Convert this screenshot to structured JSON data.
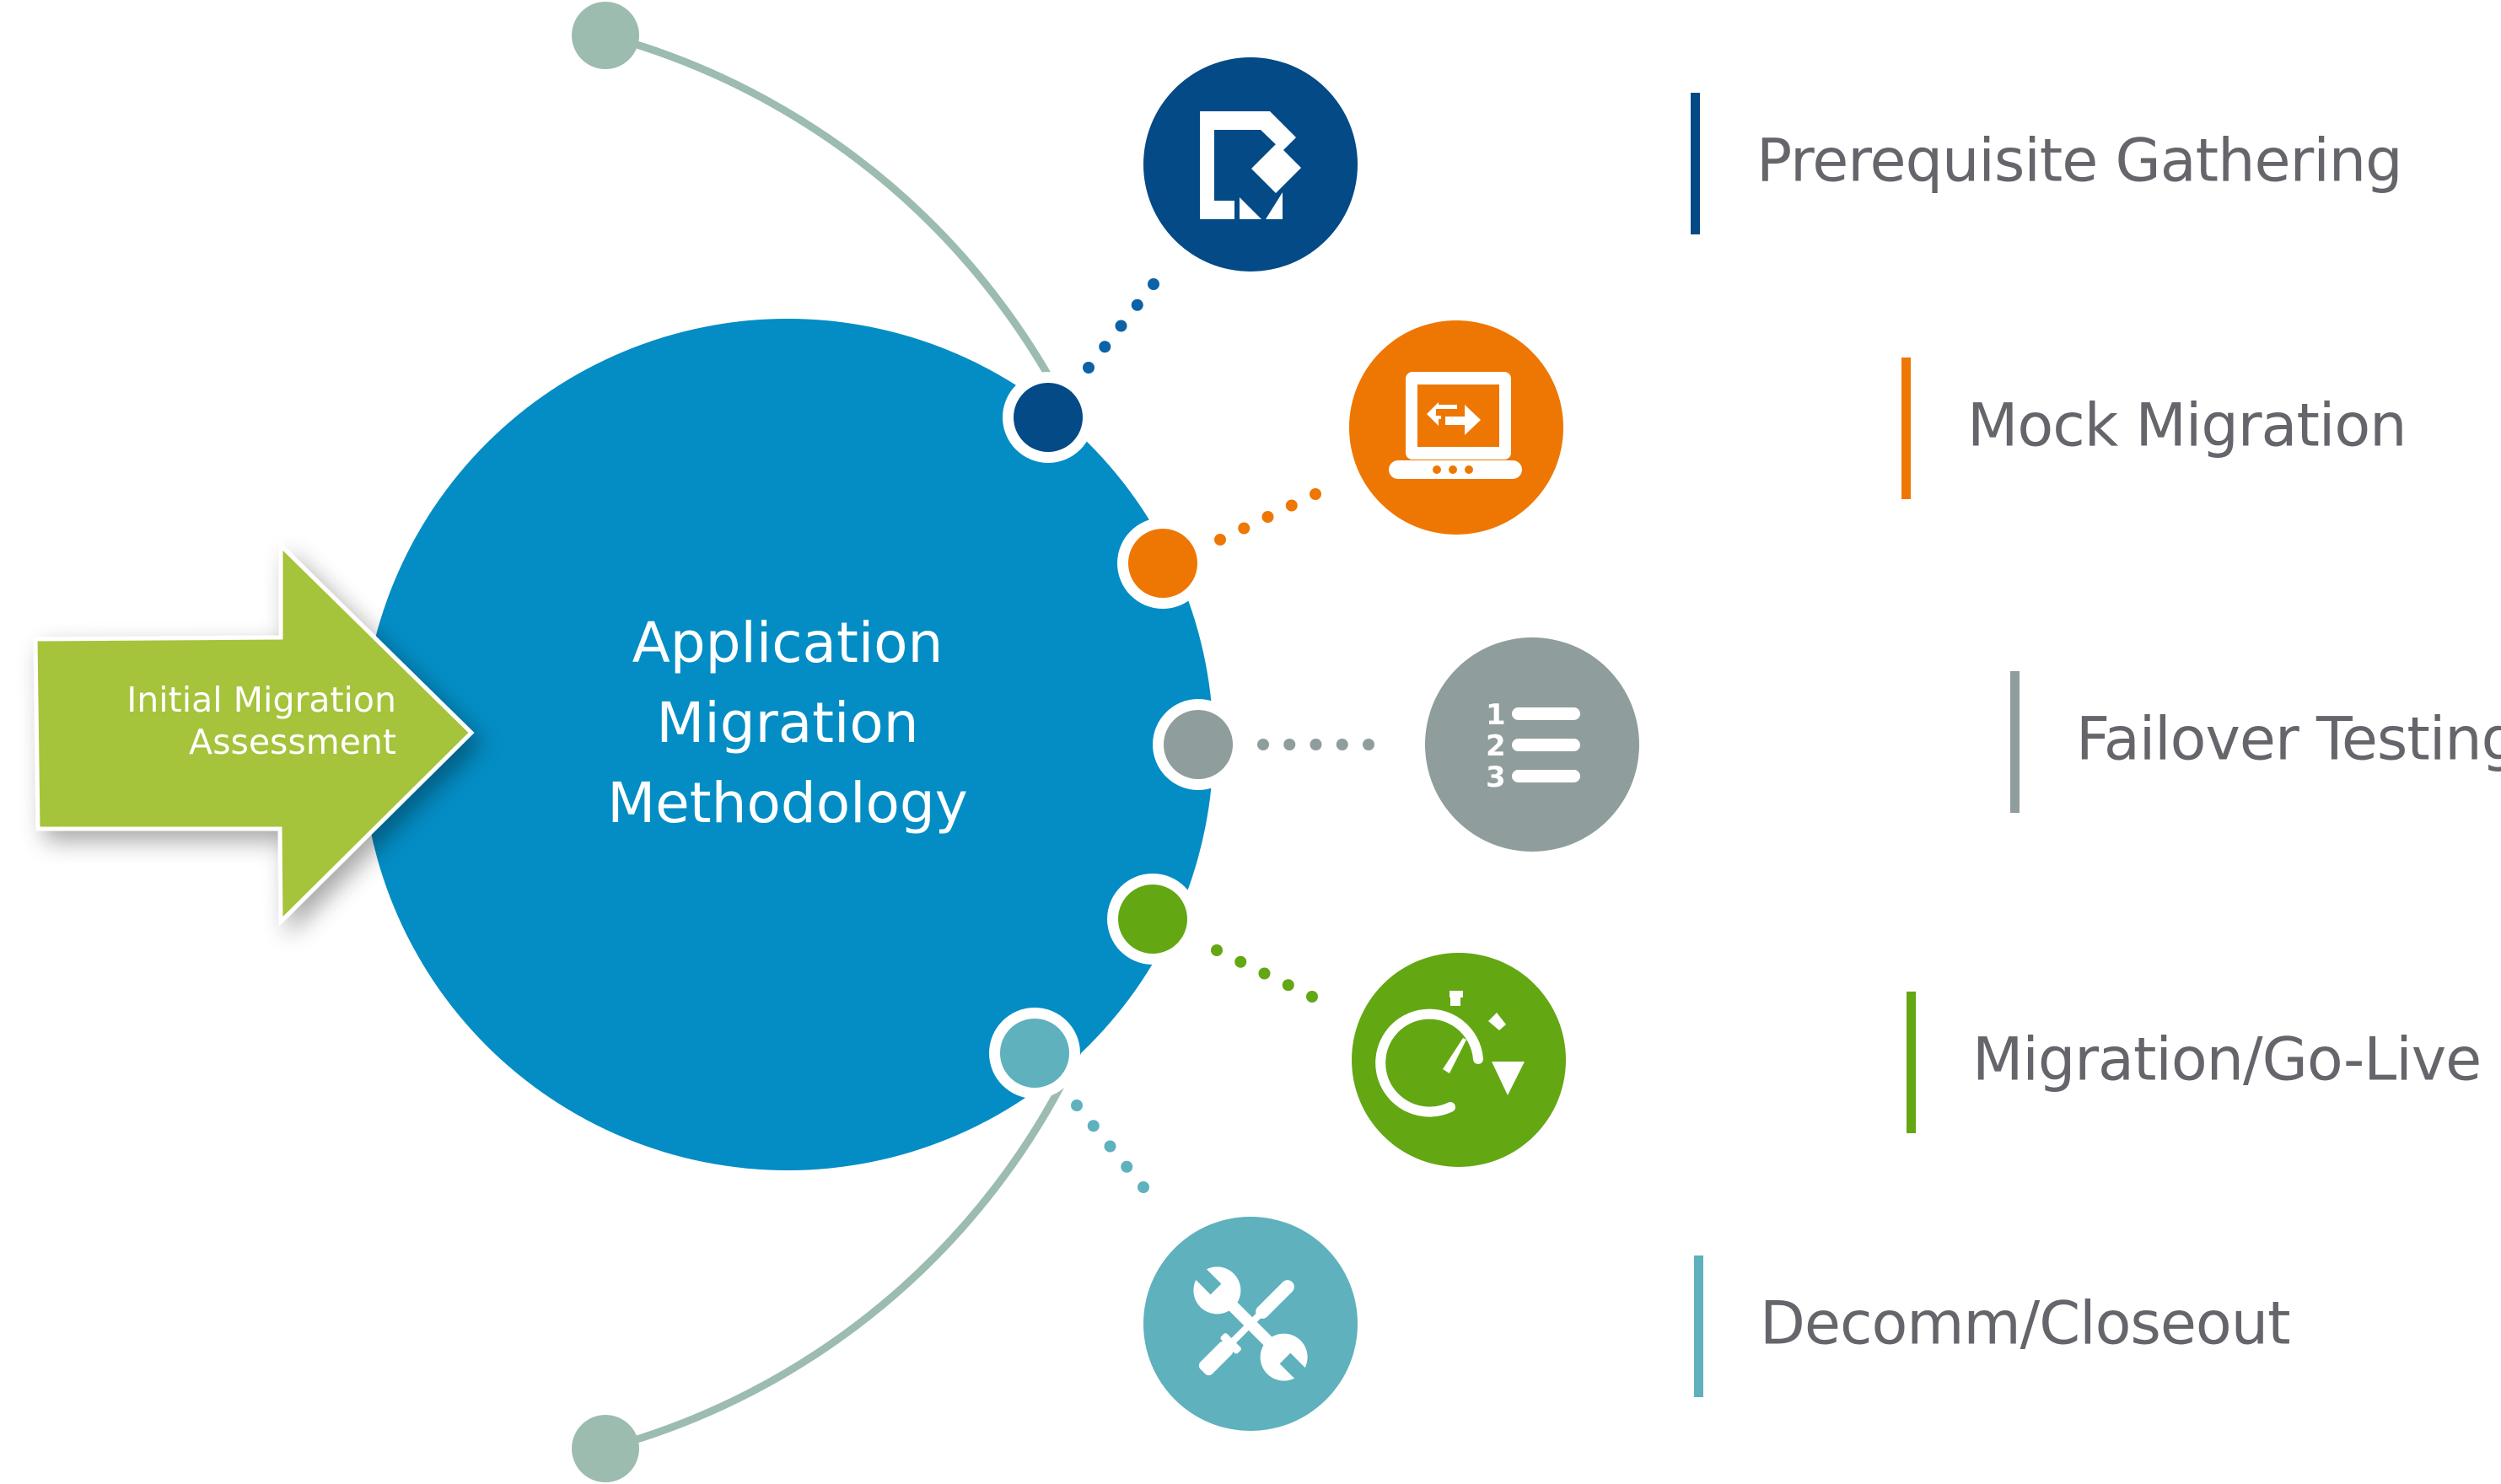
{
  "diagram": {
    "title_lines": [
      "Application",
      "Migration",
      "Methodology"
    ],
    "input": {
      "lines": [
        "Initial Migration",
        "Assessment"
      ],
      "color": "#a5c33b"
    },
    "hub_color": "#038dc4",
    "track_color": "#9bbcaf",
    "label_text_color": "#66656b",
    "steps": [
      {
        "label": "Prerequisite Gathering",
        "icon": "document-edit-icon",
        "color": "#034a87",
        "dot_color": "#0b62a6"
      },
      {
        "label": "Mock Migration",
        "icon": "laptop-transfer-icon",
        "color": "#ee7703",
        "dot_color": "#ee7703"
      },
      {
        "label": "Failover Testing",
        "icon": "numbered-list-icon",
        "color": "#8f9d9c",
        "dot_color": "#8f9d9c"
      },
      {
        "label": "Migration/Go-Live",
        "icon": "stopwatch-icon",
        "color": "#63a713",
        "dot_color": "#63a713"
      },
      {
        "label": "Decomm/Closeout",
        "icon": "tools-icon",
        "color": "#5eb1bd",
        "dot_color": "#5eb1bd"
      }
    ]
  }
}
